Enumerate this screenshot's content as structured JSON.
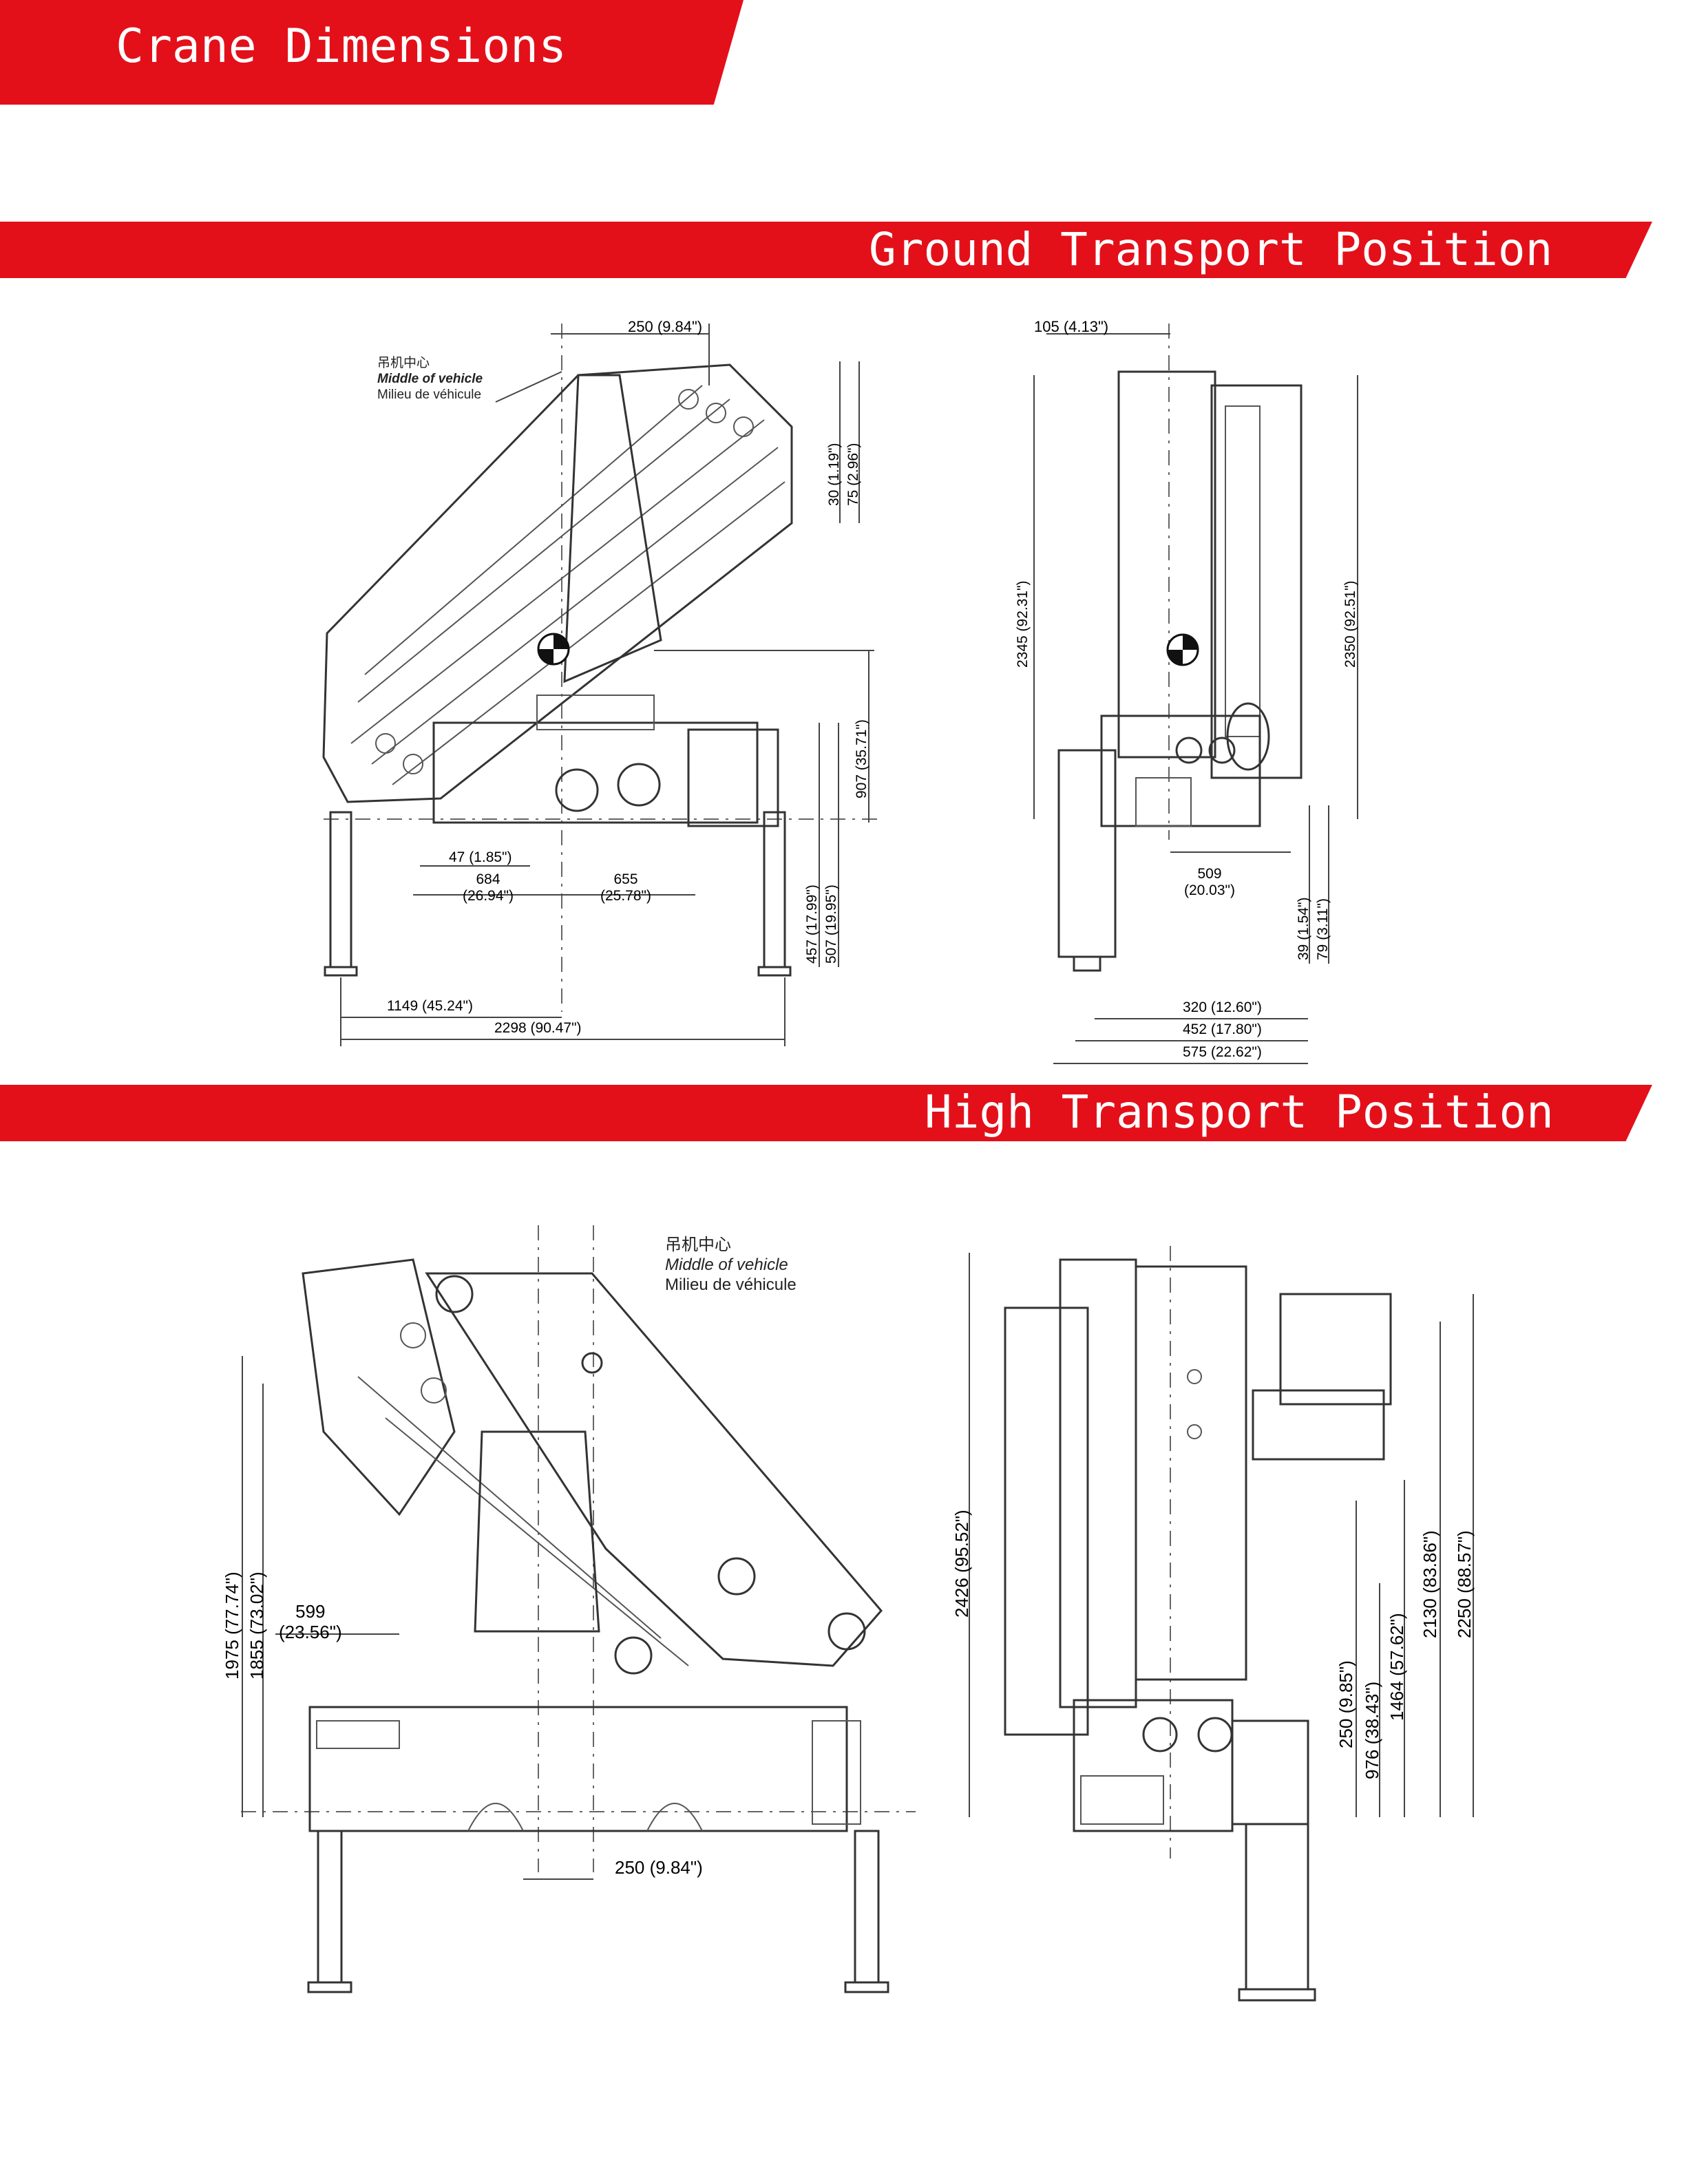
{
  "header": {
    "title": "Crane Dimensions"
  },
  "sections": {
    "ground": {
      "title": "Ground Transport Position"
    },
    "high": {
      "title": "High Transport Position"
    }
  },
  "note": {
    "cn": "吊机中心",
    "en": "Middle of vehicle",
    "fr": "Milieu de véhicule"
  },
  "ground_side": {
    "top_offset": "250    (9.84\")",
    "h30": "30    (1.19\")",
    "h75": "75    (2.96\")",
    "h907": "907    (35.71\")",
    "d47": "47   (1.85\")",
    "d684": "684",
    "d684i": "(26.94\")",
    "d655": "655",
    "d655i": "(25.78\")",
    "h457": "457    (17.99\")",
    "h507": "507    (19.95\")",
    "w1149": "1149    (45.24\")",
    "w2298": "2298    (90.47\")"
  },
  "ground_front": {
    "top_offset": "105    (4.13\")",
    "h2345": "2345    (92.31\")",
    "h2350": "2350    (92.51\")",
    "d509": "509",
    "d509i": "(20.03\")",
    "h39": "39    (1.54\")",
    "h79": "79    (3.11\")",
    "w320": "320    (12.60\")",
    "w452": "452    (17.80\")",
    "w575": "575    (22.62\")"
  },
  "high_side": {
    "h1975": "1975    (77.74\")",
    "h1855": "1855    (73.02\")",
    "d599": "599",
    "d599i": "(23.56\")",
    "bottom_offset": "250    (9.84\")"
  },
  "high_front": {
    "h2426": "2426    (95.52\")",
    "h250": "250    (9.85\")",
    "h976": "976    (38.43\")",
    "h1464": "1464    (57.62\")",
    "h2130": "2130    (83.86\")",
    "h2250": "2250    (88.57\")"
  }
}
